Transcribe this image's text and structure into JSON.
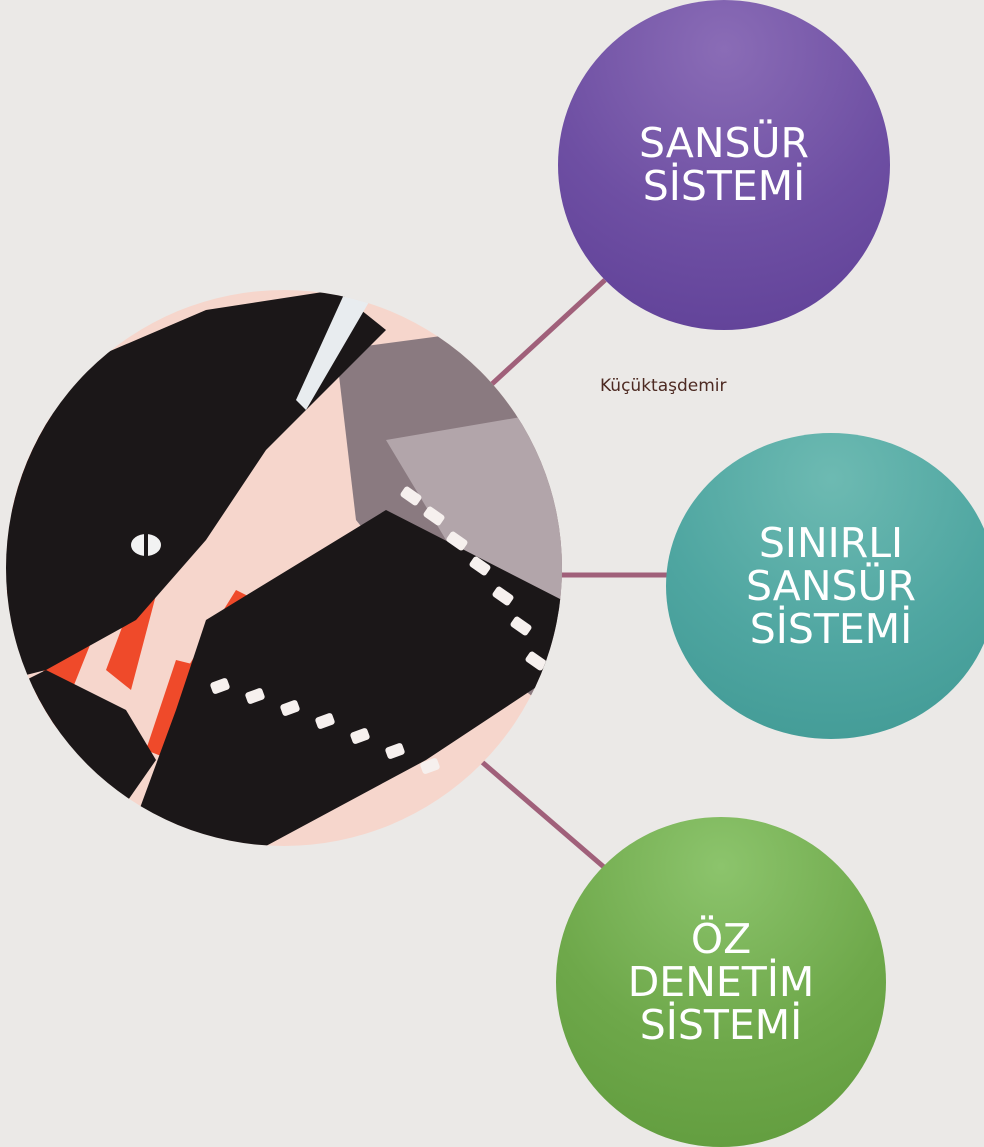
{
  "diagram": {
    "nodes": [
      {
        "label": "SANSÜR\nSİSTEMİ",
        "color": "#6e4fa3"
      },
      {
        "label": "SINIRLI\nSANSÜR\nSİSTEMİ",
        "color": "#4fa6a1"
      },
      {
        "label": "ÖZ\nDENETİM\nSİSTEMİ",
        "color": "#6ea84a"
      }
    ],
    "connector_color": "#a0607a",
    "credit": "Küçüktaşdemir",
    "center_image": "film-strip-clapperboard-illustration"
  }
}
